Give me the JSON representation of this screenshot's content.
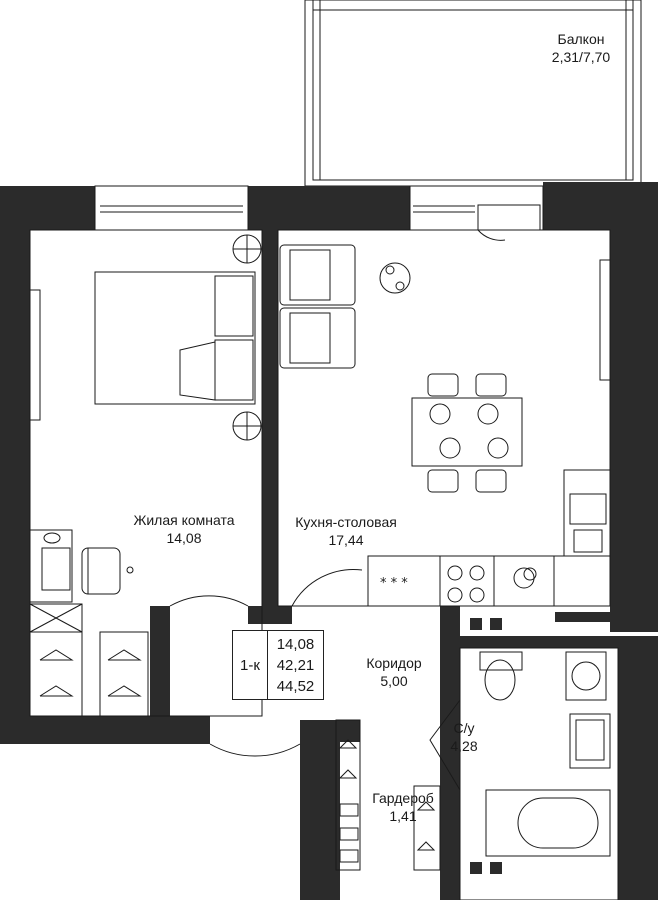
{
  "apartment": {
    "type": "1-к",
    "areas": [
      "14,08",
      "42,21",
      "44,52"
    ]
  },
  "rooms": [
    {
      "name": "Балкон",
      "area": "2,31/7,70"
    },
    {
      "name": "Жилая комната",
      "area": "14,08"
    },
    {
      "name": "Кухня-столовая",
      "area": "17,44"
    },
    {
      "name": "Коридор",
      "area": "5,00"
    },
    {
      "name": "С/у",
      "area": "4,28"
    },
    {
      "name": "Гардероб",
      "area": "1,41"
    }
  ],
  "colors": {
    "wall": "#2b2b2b",
    "line": "#1a1a1a",
    "background": "#ffffff"
  }
}
